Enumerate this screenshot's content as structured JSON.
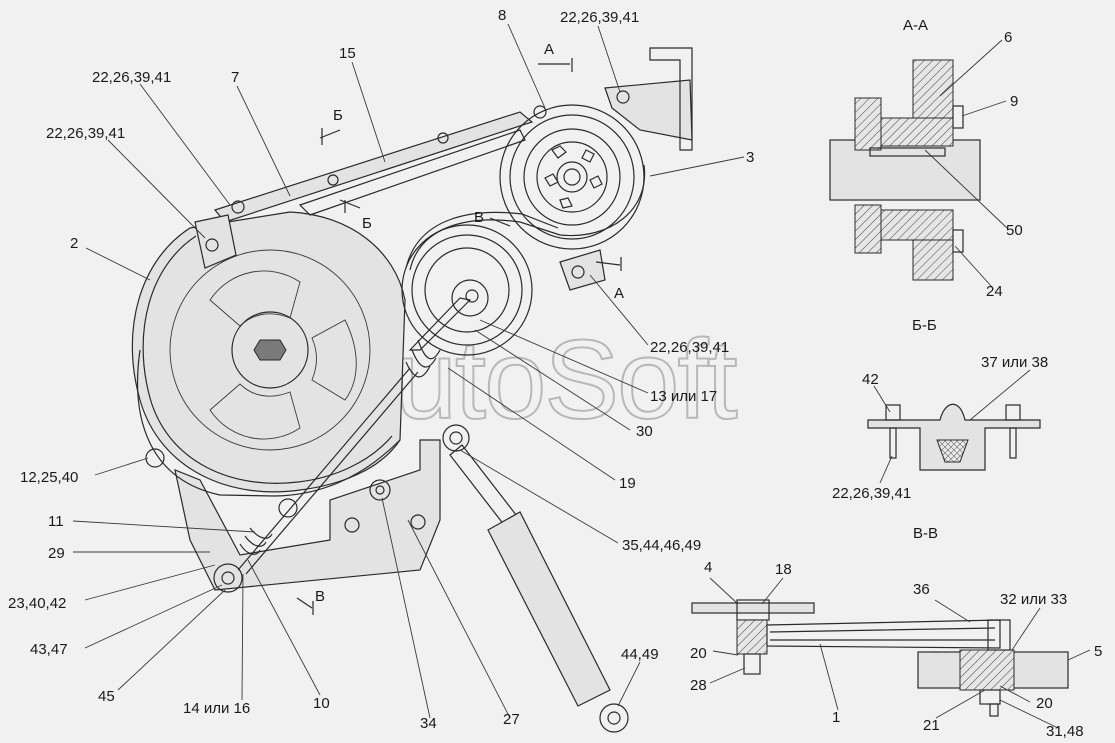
{
  "watermark": "AutoSoft",
  "section_titles": {
    "aa": "А-А",
    "bb": "Б-Б",
    "vv": "В-В"
  },
  "section_marks": {
    "a_top": "А",
    "a_bottom": "А",
    "b_left": "Б",
    "b_right": "Б",
    "v_top": "В",
    "v_bottom": "В"
  },
  "callouts": {
    "c_8": "8",
    "c_top_right_fasteners": "22,26,39,41",
    "c_15": "15",
    "c_7": "7",
    "c_upper_left_fasteners": "22,26,39,41",
    "c_left_fasteners": "22,26,39,41",
    "c_3": "3",
    "c_2": "2",
    "c_mid_fasteners": "22,26,39,41",
    "c_13_17": "13 или 17",
    "c_30": "30",
    "c_19": "19",
    "c_12_25_40": "12,25,40",
    "c_11": "11",
    "c_29": "29",
    "c_23_40_42": "23,40,42",
    "c_43_47": "43,47",
    "c_45": "45",
    "c_14_16": "14 или 16",
    "c_10": "10",
    "c_34": "34",
    "c_27": "27",
    "c_35_44_46_49": "35,44,46,49",
    "c_44_49": "44,49",
    "c_aa_6": "6",
    "c_aa_9": "9",
    "c_aa_50": "50",
    "c_aa_24": "24",
    "c_bb_42": "42",
    "c_bb_37_38": "37 или 38",
    "c_bb_fasteners": "22,26,39,41",
    "c_vv_4": "4",
    "c_vv_18": "18",
    "c_vv_36": "36",
    "c_vv_32_33": "32 или 33",
    "c_vv_5": "5",
    "c_vv_20a": "20",
    "c_vv_28": "28",
    "c_vv_1": "1",
    "c_vv_20b": "20",
    "c_vv_21": "21",
    "c_vv_31_48": "31,48"
  }
}
